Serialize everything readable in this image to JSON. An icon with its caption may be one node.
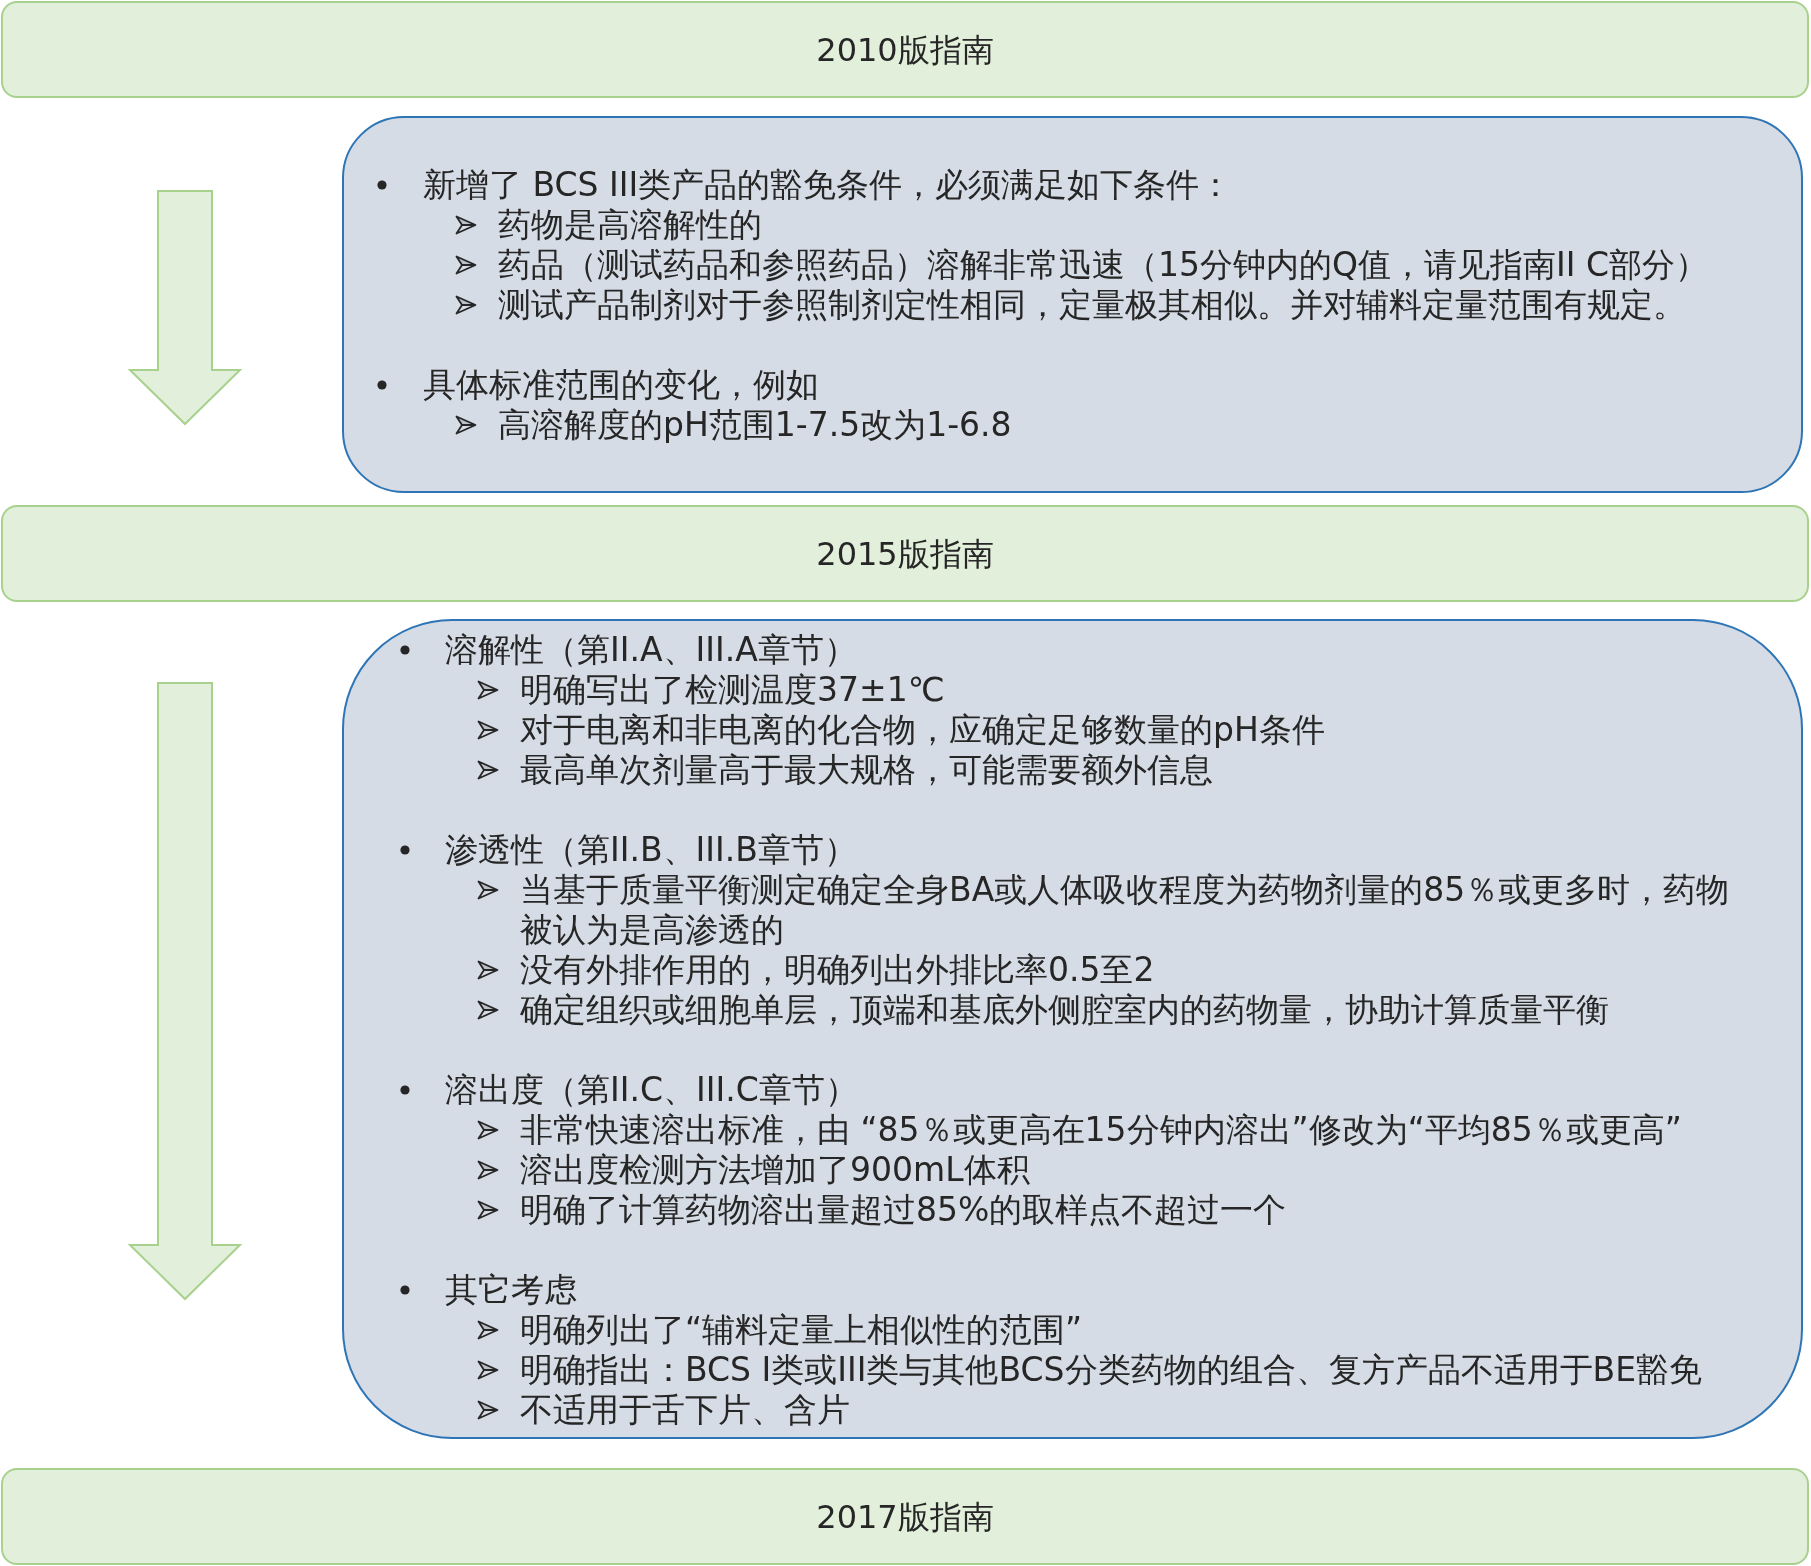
{
  "diagram": {
    "nodes": [
      {
        "text": [
          "2010版指南"
        ]
      },
      {
        "text": [
          "新增了 BCS III类产品的豁免条件，必须满足如下条件：",
          "药物是高溶解性的",
          "药品（测试药品和参照药品）溶解非常迅速（15分钟内的Q值，请见指南II C部分）",
          "测试产品制剂对于参照制剂定性相同，定量极其相似。并对辅料定量范围有规定。",
          "具体标准范围的变化，例如",
          "高溶解度的pH范围1-7.5改为1-6.8"
        ]
      },
      {
        "text": [
          "2015版指南"
        ]
      },
      {
        "text": [
          "溶解性（第II.A、III.A章节）",
          "明确写出了检测温度37±1℃",
          "对于电离和非电离的化合物，应确定足够数量的pH条件",
          "最高单次剂量高于最大规格，可能需要额外信息",
          "渗透性（第II.B、III.B章节）",
          "当基于质量平衡测定确定全身BA或人体吸收程度为药物剂量的85％或更多时，药物被认为是高渗透的",
          "没有外排作用的，明确列出外排比率0.5至2",
          "确定组织或细胞单层，顶端和基底外侧腔室内的药物量，协助计算质量平衡",
          "溶出度（第II.C、III.C章节）",
          "非常快速溶出标准，由 “85％或更高在15分钟内溶出”修改为“平均85％或更高”",
          "溶出度检测方法增加了900mL体积",
          "明确了计算药物溶出量超过85%的取样点不超过一个",
          "其它考虑",
          "明确列出了“辅料定量上相似性的范围”",
          "明确指出：BCS I类或III类与其他BCS分类药物的组合、复方产品不适用于BE豁免",
          "不适用于舌下片、含片"
        ]
      },
      {
        "text": [
          "2017版指南"
        ]
      }
    ],
    "edges": [
      {
        "from": 0,
        "to": 2,
        "arrow": "to"
      },
      {
        "from": 2,
        "to": 4,
        "arrow": "to"
      }
    ]
  }
}
